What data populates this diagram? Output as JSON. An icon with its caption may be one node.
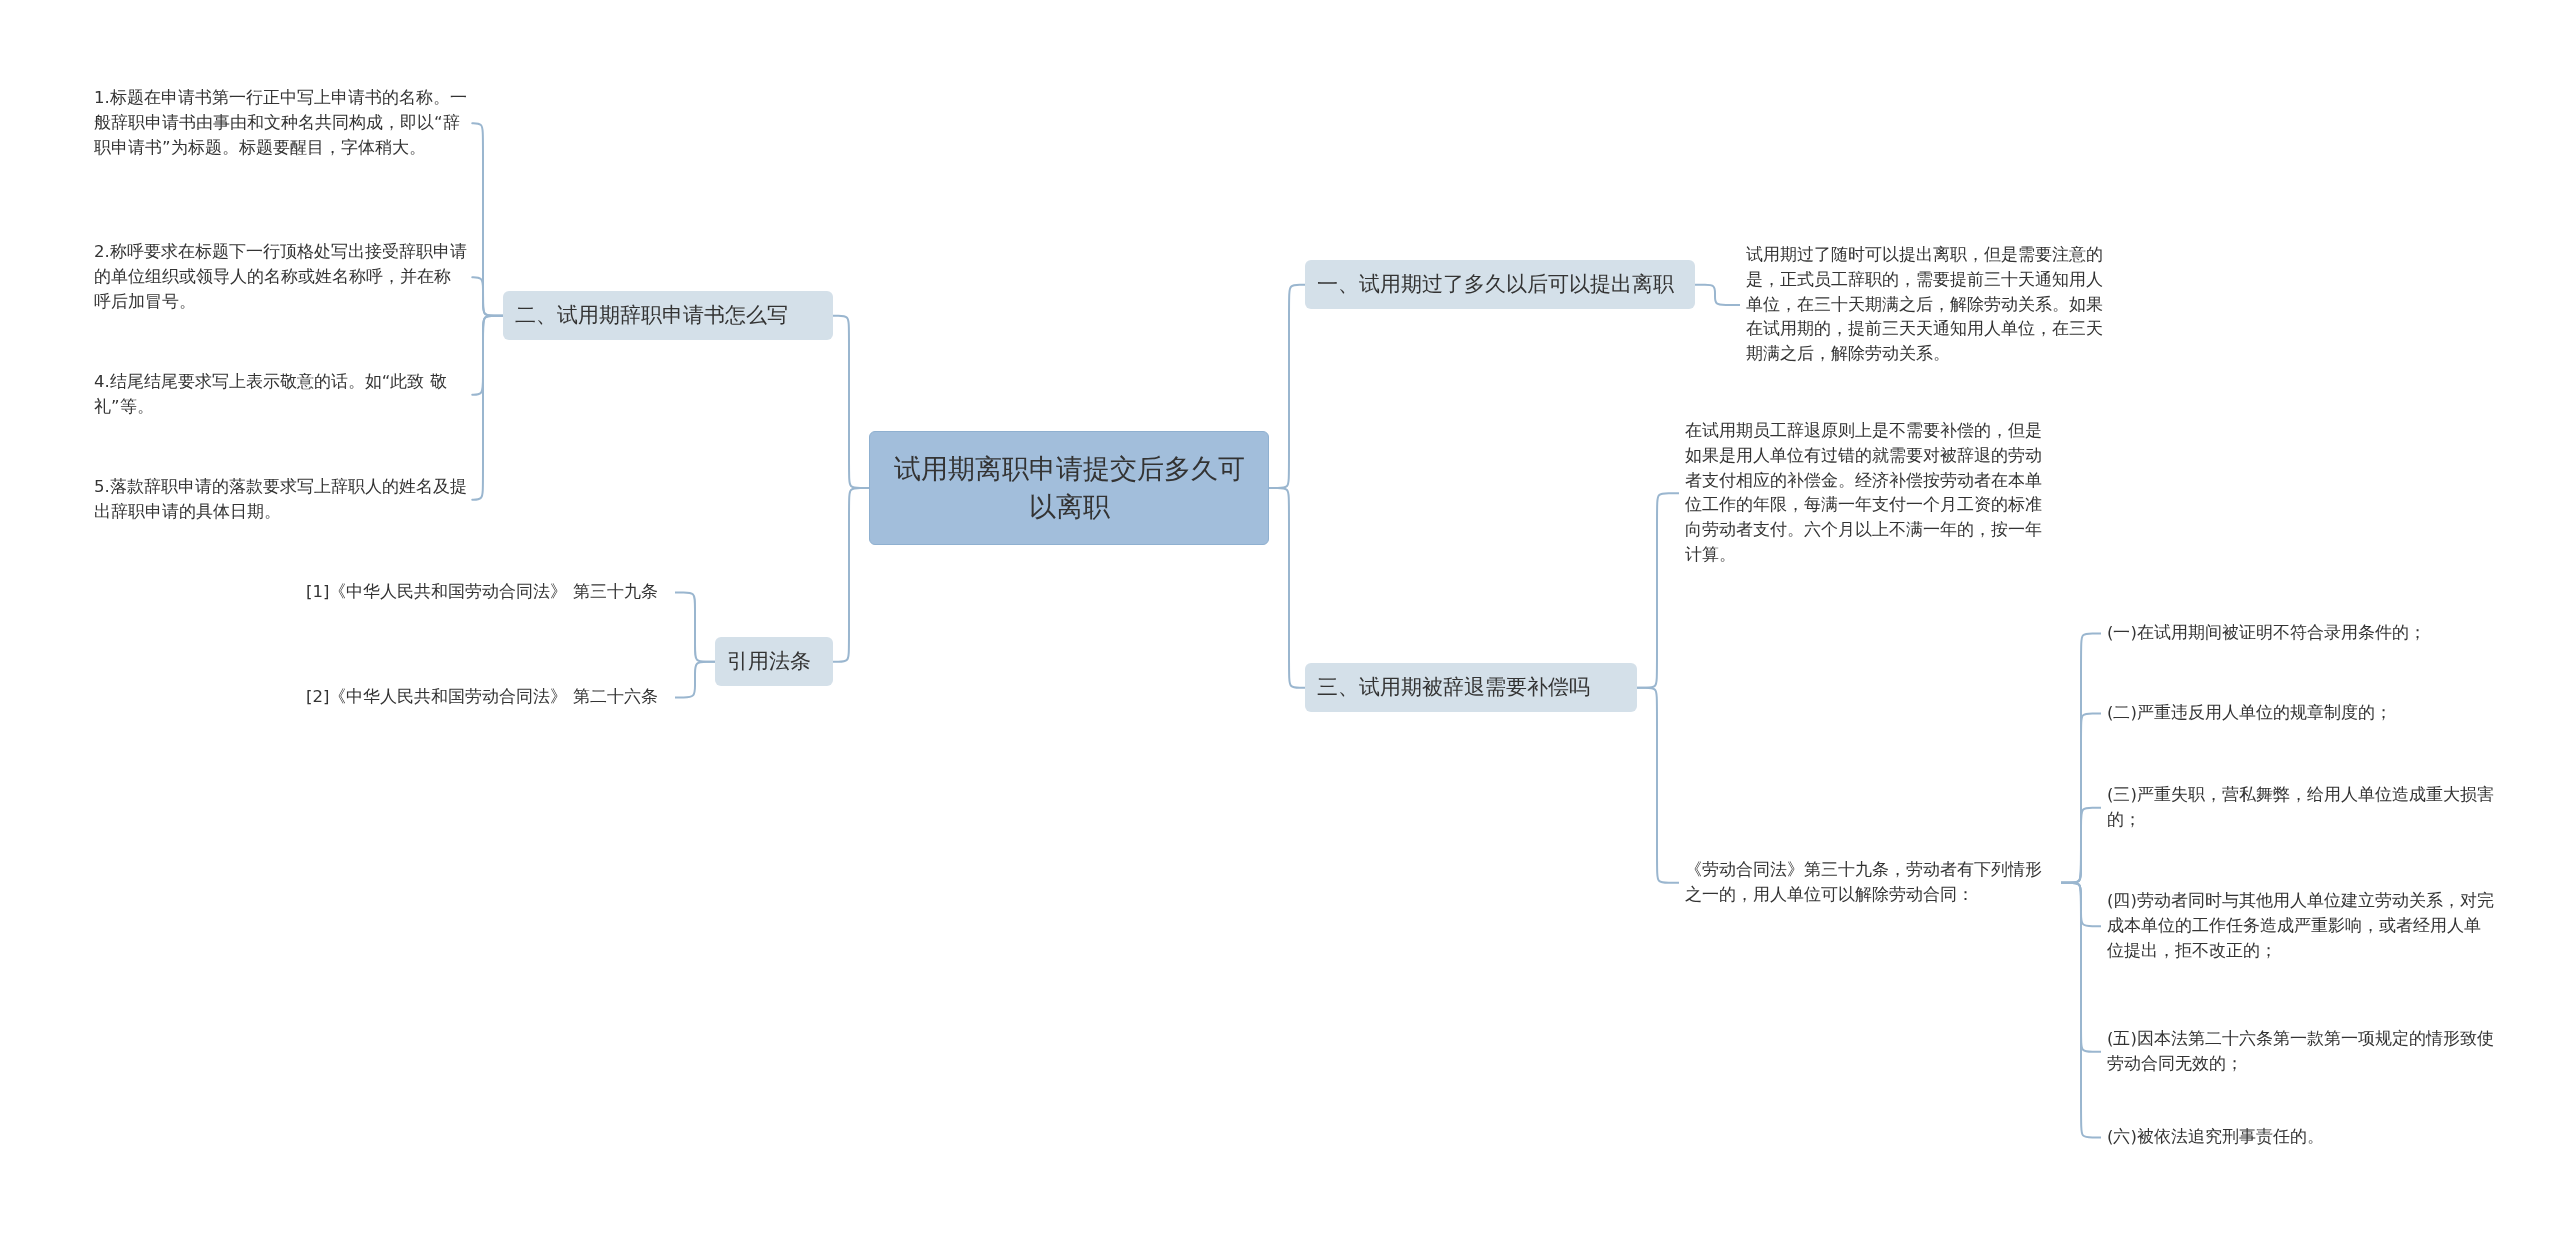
{
  "diagram": {
    "nodes": [
      {
        "text": [
          "试用期离职申请提交后多久可以离职"
        ]
      },
      {
        "text": [
          "二、试用期辞职申请书怎么写"
        ]
      },
      {
        "text": [
          "1.标题在申请书第一行正中写上申请书的名称。一般辞职申请书由事由和文种名共同构成，即以“辞职申请书”为标题。标题要醒目，字体稍大。"
        ]
      },
      {
        "text": [
          "2.称呼要求在标题下一行顶格处写出接受辞职申请的单位组织或领导人的名称或姓名称呼，并在称呼后加冒号。"
        ]
      },
      {
        "text": [
          "4.结尾结尾要求写上表示敬意的话。如“此致 敬礼”等。"
        ]
      },
      {
        "text": [
          "5.落款辞职申请的落款要求写上辞职人的姓名及提出辞职申请的具体日期。"
        ]
      },
      {
        "text": [
          "引用法条"
        ]
      },
      {
        "text": [
          "[1]《中华人民共和国劳动合同法》 第三十九条"
        ]
      },
      {
        "text": [
          "[2]《中华人民共和国劳动合同法》 第二十六条"
        ]
      },
      {
        "text": [
          "一、试用期过了多久以后可以提出离职"
        ]
      },
      {
        "text": [
          "试用期过了随时可以提出离职，但是需要注意的是，正式员工辞职的，需要提前三十天通知用人单位，在三十天期满之后，解除劳动关系。如果在试用期的，提前三天天通知用人单位，在三天期满之后，解除劳动关系。"
        ]
      },
      {
        "text": [
          "三、试用期被辞退需要补偿吗"
        ]
      },
      {
        "text": [
          "在试用期员工辞退原则上是不需要补偿的，但是如果是用人单位有过错的就需要对被辞退的劳动者支付相应的补偿金。经济补偿按劳动者在本单位工作的年限，每满一年支付一个月工资的标准向劳动者支付。六个月以上不满一年的，按一年计算。"
        ]
      },
      {
        "text": [
          "《劳动合同法》第三十九条，劳动者有下列情形之一的，用人单位可以解除劳动合同："
        ]
      },
      {
        "text": [
          "(一)在试用期间被证明不符合录用条件的；"
        ]
      },
      {
        "text": [
          "(二)严重违反用人单位的规章制度的；"
        ]
      },
      {
        "text": [
          "(三)严重失职，营私舞弊，给用人单位造成重大损害的；"
        ]
      },
      {
        "text": [
          "(四)劳动者同时与其他用人单位建立劳动关系，对完成本单位的工作任务造成严重影响，或者经用人单位提出，拒不改正的；"
        ]
      },
      {
        "text": [
          "(五)因本法第二十六条第一款第一项规定的情形致使劳动合同无效的；"
        ]
      },
      {
        "text": [
          "(六)被依法追究刑事责任的。"
        ]
      }
    ],
    "edges": [
      {
        "from": 0,
        "to": 1,
        "arrow": "none"
      },
      {
        "from": 1,
        "to": 2,
        "arrow": "none"
      },
      {
        "from": 1,
        "to": 3,
        "arrow": "none"
      },
      {
        "from": 1,
        "to": 4,
        "arrow": "none"
      },
      {
        "from": 1,
        "to": 5,
        "arrow": "none"
      },
      {
        "from": 0,
        "to": 6,
        "arrow": "none"
      },
      {
        "from": 6,
        "to": 7,
        "arrow": "none"
      },
      {
        "from": 6,
        "to": 8,
        "arrow": "none"
      },
      {
        "from": 0,
        "to": 9,
        "arrow": "none"
      },
      {
        "from": 9,
        "to": 10,
        "arrow": "none"
      },
      {
        "from": 0,
        "to": 11,
        "arrow": "none"
      },
      {
        "from": 11,
        "to": 12,
        "arrow": "none"
      },
      {
        "from": 11,
        "to": 13,
        "arrow": "none"
      },
      {
        "from": 13,
        "to": 14,
        "arrow": "none"
      },
      {
        "from": 13,
        "to": 15,
        "arrow": "none"
      },
      {
        "from": 13,
        "to": 16,
        "arrow": "none"
      },
      {
        "from": 13,
        "to": 17,
        "arrow": "none"
      },
      {
        "from": 13,
        "to": 18,
        "arrow": "none"
      },
      {
        "from": 13,
        "to": 19,
        "arrow": "none"
      }
    ]
  }
}
